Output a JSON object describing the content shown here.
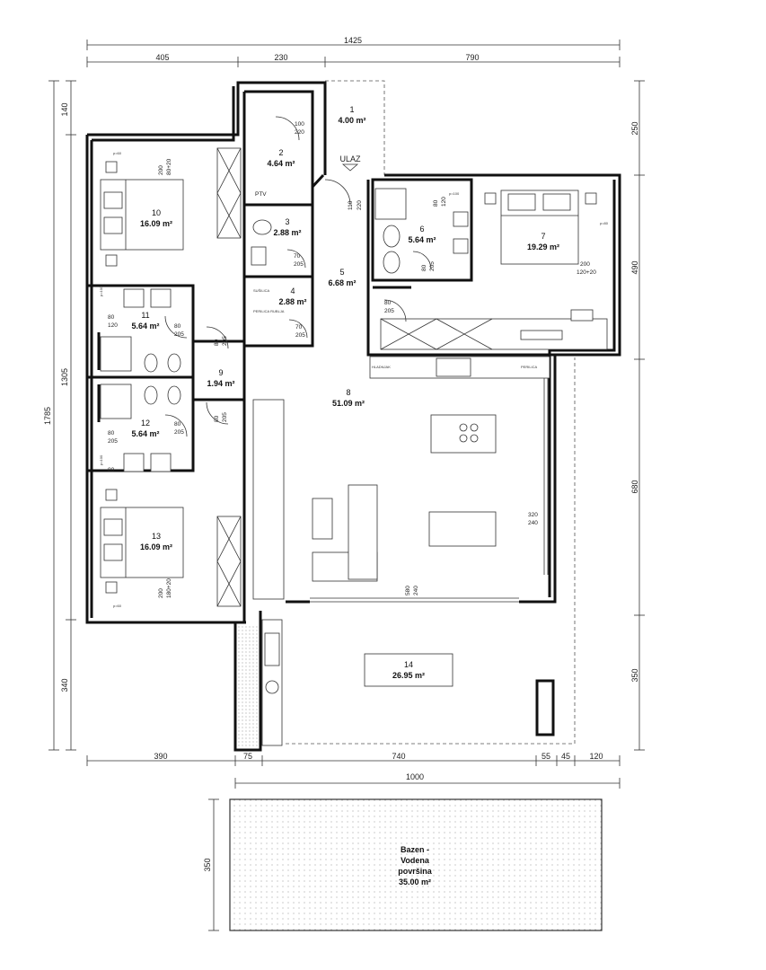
{
  "dimensions": {
    "top_total": "1425",
    "top_segments": [
      "405",
      "230",
      "790"
    ],
    "bottom_segments": [
      "390",
      "75",
      "740",
      "55",
      "45",
      "120"
    ],
    "bottom_total": "1000",
    "left_total": "1785",
    "left_segments": [
      "140",
      "1305",
      "340"
    ],
    "right_segments": [
      "250",
      "490",
      "680",
      "350"
    ],
    "pool_height": "350"
  },
  "rooms": [
    {
      "num": "1",
      "area": "4.00 m²"
    },
    {
      "num": "2",
      "area": "4.64 m²"
    },
    {
      "num": "3",
      "area": "2.88 m²"
    },
    {
      "num": "4",
      "area": "2.88 m²"
    },
    {
      "num": "5",
      "area": "6.68 m²"
    },
    {
      "num": "6",
      "area": "5.64 m²"
    },
    {
      "num": "7",
      "area": "19.29 m²"
    },
    {
      "num": "8",
      "area": "51.09 m²"
    },
    {
      "num": "9",
      "area": "1.94 m²"
    },
    {
      "num": "10",
      "area": "16.09 m²"
    },
    {
      "num": "11",
      "area": "5.64 m²"
    },
    {
      "num": "12",
      "area": "5.64 m²"
    },
    {
      "num": "13",
      "area": "16.09 m²"
    },
    {
      "num": "14",
      "area": "26.95 m²"
    }
  ],
  "entrance_label": "ULAZ",
  "ptv_label": "PTV",
  "laundry_labels": [
    "SUŠILICA",
    "PERILICA RUBLJA"
  ],
  "kitchen_labels": [
    "HLADNJAK",
    "PERILICA"
  ],
  "openings": [
    {
      "w": "100",
      "h": "220"
    },
    {
      "w": "110",
      "h": "220"
    },
    {
      "w": "70",
      "h": "205"
    },
    {
      "w": "70",
      "h": "205"
    },
    {
      "w": "80",
      "h": "120"
    },
    {
      "w": "80",
      "h": "205"
    },
    {
      "w": "80",
      "h": "205"
    },
    {
      "w": "80",
      "h": "205"
    },
    {
      "w": "200",
      "h": "120+20"
    },
    {
      "w": "80",
      "h": "205"
    },
    {
      "w": "80",
      "h": "205"
    },
    {
      "w": "80",
      "h": "120"
    },
    {
      "w": "80",
      "h": "205"
    },
    {
      "w": "80",
      "h": "205"
    },
    {
      "w": "80",
      "h": "120"
    },
    {
      "w": "200",
      "h": "180+20"
    },
    {
      "w": "200",
      "h": "80+20"
    },
    {
      "w": "320",
      "h": "240"
    },
    {
      "w": "580",
      "h": "240"
    }
  ],
  "parapet_labels": [
    "p=60",
    "p=60",
    "p=80",
    "p=100",
    "p=100",
    "p=100"
  ],
  "pool": {
    "line1": "Bazen -",
    "line2": "Vodena",
    "line3": "površina",
    "area": "35.00 m²"
  }
}
